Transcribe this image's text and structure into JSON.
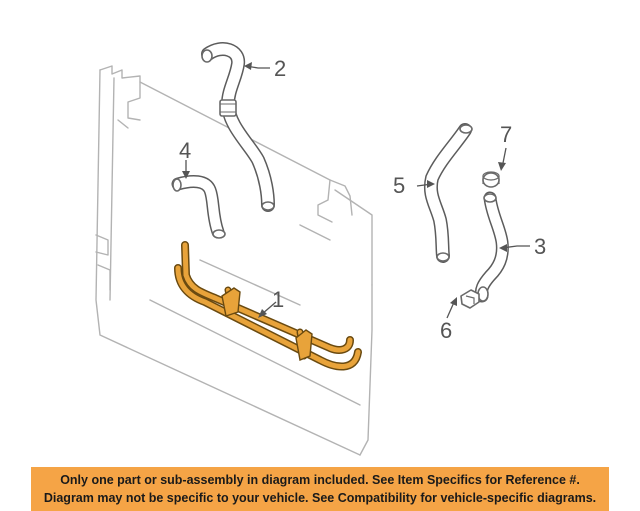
{
  "callouts": {
    "c1": "1",
    "c2": "2",
    "c3": "3",
    "c4": "4",
    "c5": "5",
    "c6": "6",
    "c7": "7"
  },
  "notice": {
    "line1": "Only one part or sub-assembly in diagram included. See Item Specifics for Reference #.",
    "line2": "Diagram may not be specific to your vehicle. See Compatibility for vehicle-specific diagrams."
  },
  "colors": {
    "highlight_part": "#e8a33a",
    "notice_background": "#f5a446"
  }
}
